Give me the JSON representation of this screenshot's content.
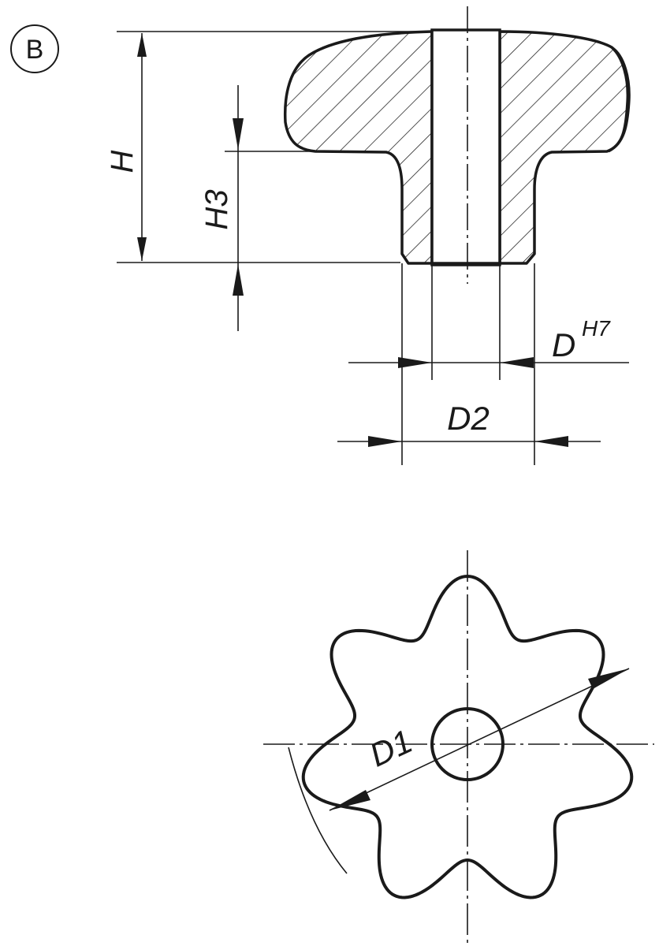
{
  "view_label": "B",
  "dimensions": {
    "overall_height": "H",
    "shank_height": "H3",
    "bore": "D",
    "bore_tolerance": "H7",
    "shank_diameter": "D2",
    "outer_diameter": "D1"
  },
  "colors": {
    "line": "#1a1a1a",
    "background": "#ffffff"
  }
}
